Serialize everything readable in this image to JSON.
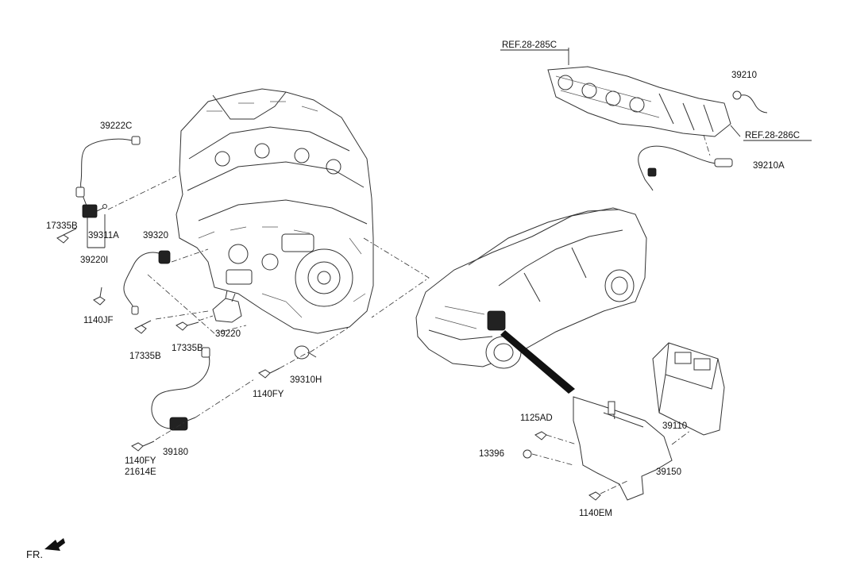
{
  "parts": {
    "p39222C": "39222C",
    "p17335B_a": "17335B",
    "p39311A": "39311A",
    "p39220I": "39220I",
    "p39320": "39320",
    "p1140JF": "1140JF",
    "p17335B_b": "17335B",
    "p17335B_c": "17335B",
    "p39220": "39220",
    "p39310H": "39310H",
    "p1140FY_a": "1140FY",
    "p39180": "39180",
    "p1140FY_b": "1140FY",
    "p21614E": "21614E",
    "pREF285C": "REF.28-285C",
    "p39210": "39210",
    "pREF286C": "REF.28-286C",
    "p39210A": "39210A",
    "p39110": "39110",
    "p1125AD": "1125AD",
    "p13396": "13396",
    "p39150": "39150",
    "p1140EM": "1140EM"
  },
  "direction_label": "FR."
}
